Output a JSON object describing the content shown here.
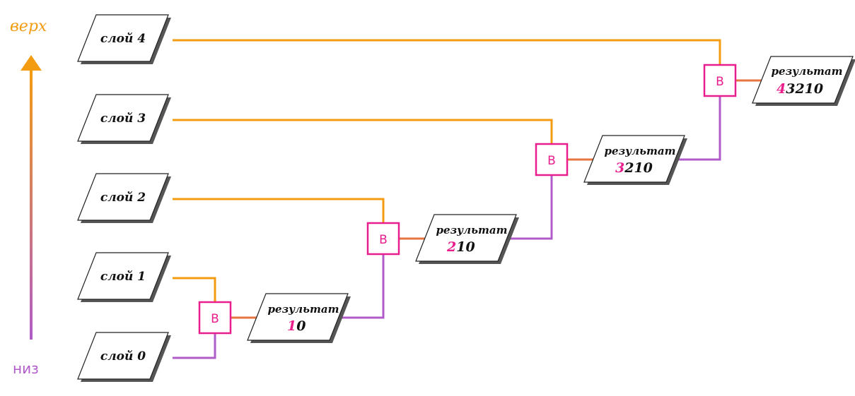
{
  "axis": {
    "top_label": "верх",
    "bottom_label": "низ",
    "top_color": "#f39c12",
    "bottom_color": "#b05cc8"
  },
  "layers": [
    {
      "label": "слой 0"
    },
    {
      "label": "слой 1"
    },
    {
      "label": "слой 2"
    },
    {
      "label": "слой 3"
    },
    {
      "label": "слой 4"
    }
  ],
  "blend": {
    "label": "B",
    "color": "#e91e8c"
  },
  "results": [
    {
      "label": "результат",
      "highlight": "1",
      "rest": "0"
    },
    {
      "label": "результат",
      "highlight": "2",
      "rest": "10"
    },
    {
      "label": "результат",
      "highlight": "3",
      "rest": "210"
    },
    {
      "label": "результат",
      "highlight": "4",
      "rest": "3210"
    }
  ],
  "colors": {
    "orange": "#f39c12",
    "purple": "#b05cc8",
    "mid": "#e8743f",
    "highlight": "#e91e8c"
  }
}
